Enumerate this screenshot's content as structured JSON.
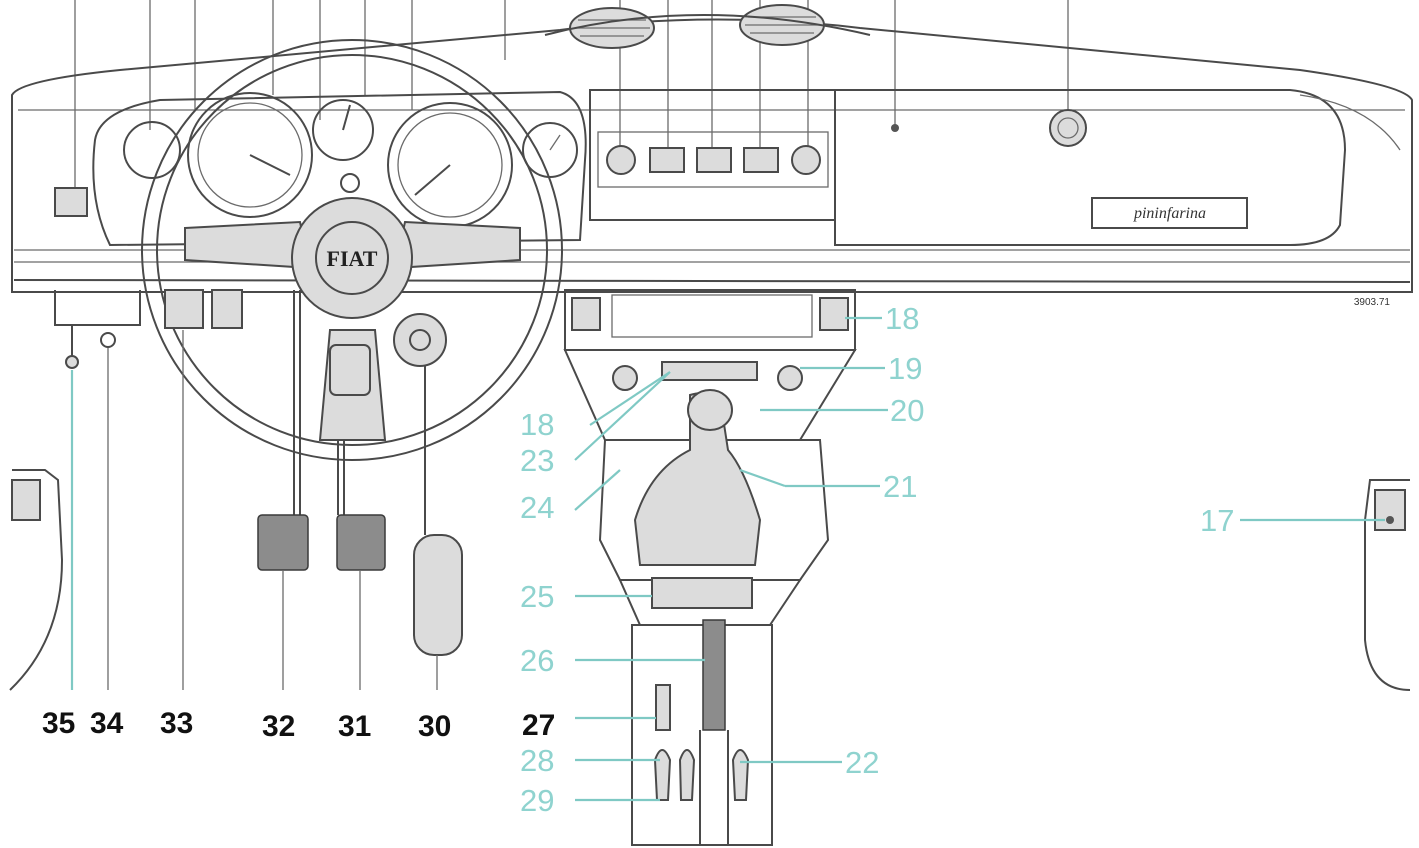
{
  "figure": {
    "code": "3903.71",
    "hub_text": "FIAT",
    "nameplate_text": "pininfarina"
  },
  "callouts": {
    "c17": "17",
    "c18a": "18",
    "c18b": "18",
    "c19": "19",
    "c20": "20",
    "c21": "21",
    "c22": "22",
    "c23": "23",
    "c24": "24",
    "c25": "25",
    "c26": "26",
    "c27": "27",
    "c28": "28",
    "c29": "29",
    "c30": "30",
    "c31": "31",
    "c32": "32",
    "c33": "33",
    "c34": "34",
    "c35": "35"
  },
  "colors": {
    "callout_teal": "#8fd3cf",
    "callout_black": "#111111",
    "line": "#4a4a4a"
  }
}
